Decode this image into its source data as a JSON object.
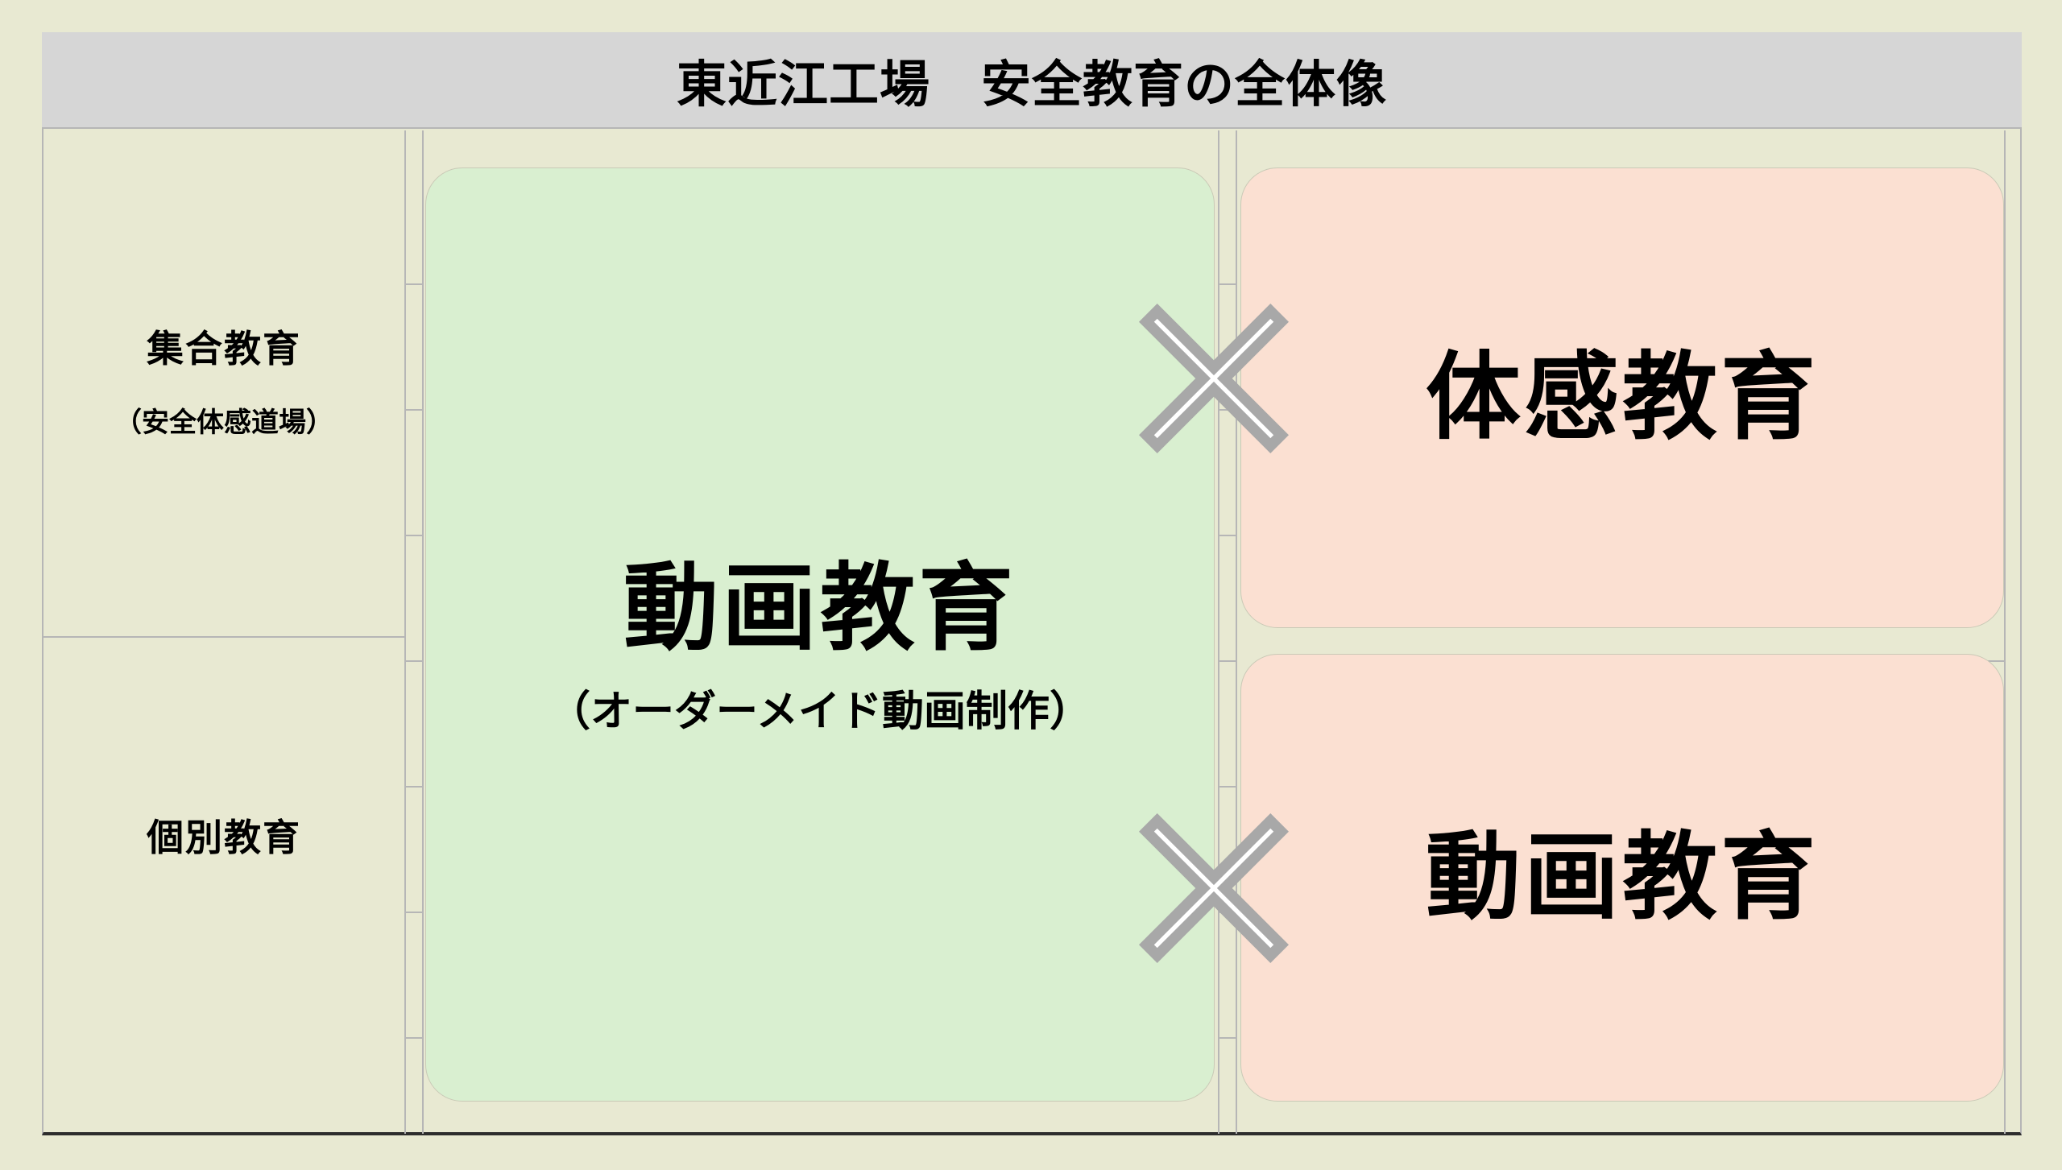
{
  "page": {
    "background_color": "#e8e9d2",
    "title_bar_color": "#d6d6d6",
    "grid_line_color": "#b6b6b6",
    "bottom_border_color": "#2d2d2d"
  },
  "header": {
    "title": "東近江工場　安全教育の全体像"
  },
  "rows": [
    {
      "label_main": "集合教育",
      "label_sub": "（安全体感道場）"
    },
    {
      "label_main": "個別教育",
      "label_sub": ""
    }
  ],
  "center_box": {
    "main": "動画教育",
    "sub": "（オーダーメイド動画制作）",
    "color": "#d9efd0"
  },
  "right_boxes": [
    {
      "main": "体感教育",
      "color": "#fbe0d2"
    },
    {
      "main": "動画教育",
      "color": "#fbe0d2"
    }
  ],
  "operators": [
    {
      "symbol": "×",
      "name": "multiply-top"
    },
    {
      "symbol": "×",
      "name": "multiply-bottom"
    }
  ]
}
